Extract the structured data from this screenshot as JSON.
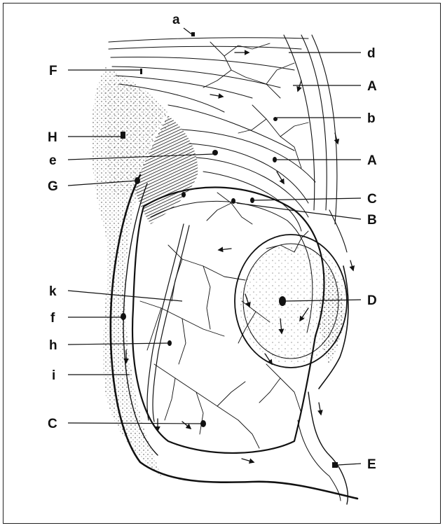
{
  "figure": {
    "labels": [
      {
        "id": "a",
        "text": "a"
      },
      {
        "id": "d",
        "text": "d"
      },
      {
        "id": "F",
        "text": "F"
      },
      {
        "id": "A1",
        "text": "A"
      },
      {
        "id": "b",
        "text": "b"
      },
      {
        "id": "H",
        "text": "H"
      },
      {
        "id": "e",
        "text": "e"
      },
      {
        "id": "A2",
        "text": "A"
      },
      {
        "id": "G",
        "text": "G"
      },
      {
        "id": "C1",
        "text": "C"
      },
      {
        "id": "B",
        "text": "B"
      },
      {
        "id": "k",
        "text": "k"
      },
      {
        "id": "D",
        "text": "D"
      },
      {
        "id": "f",
        "text": "f"
      },
      {
        "id": "h",
        "text": "h"
      },
      {
        "id": "i",
        "text": "i"
      },
      {
        "id": "C2",
        "text": "C"
      },
      {
        "id": "E",
        "text": "E"
      }
    ]
  },
  "colors": {
    "ink": "#111111",
    "background": "#ffffff",
    "frame": "#222222"
  }
}
